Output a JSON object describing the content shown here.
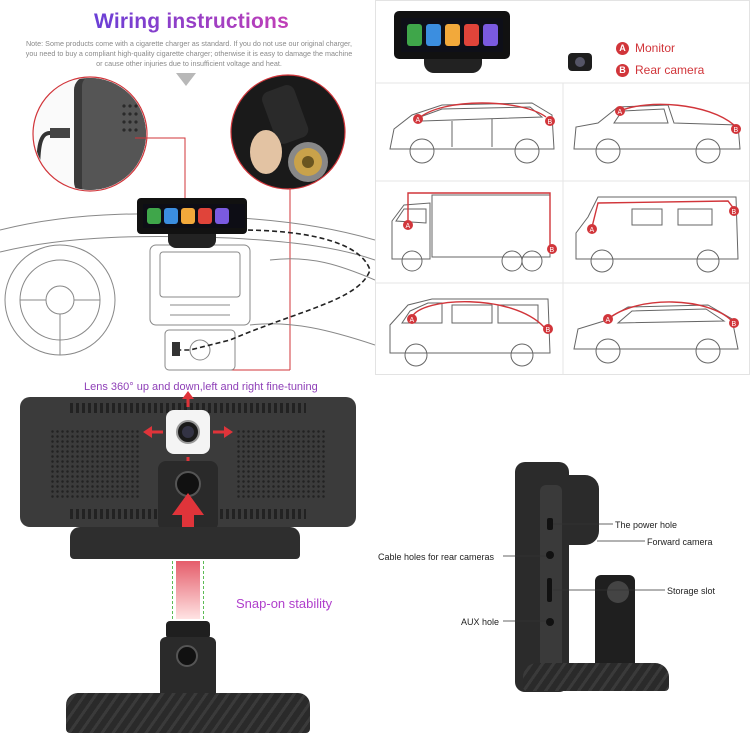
{
  "wiring": {
    "title": "Wiring instructions",
    "note": "Note: Some products come with a cigarette charger as standard. If you do not use our original charger, you need to buy a compliant high-quality cigarette charger; otherwise it is easy to damage the machine or cause other injuries due to insufficient voltage and heat."
  },
  "legend": {
    "items": [
      {
        "badge": "A",
        "label": "Monitor"
      },
      {
        "badge": "B",
        "label": "Rear camera"
      }
    ]
  },
  "vehicles": {
    "marker_a": "A",
    "marker_b": "B",
    "items": [
      "minivan",
      "pickup-truck",
      "box-truck",
      "motorhome",
      "cargo-van",
      "suv"
    ]
  },
  "lens": {
    "caption": "Lens 360° up and down,left and right fine-tuning"
  },
  "mount": {
    "caption": "Snap-on stability"
  },
  "ports": {
    "labels": {
      "power": "The power hole",
      "forward": "Forward camera",
      "cable": "Cable holes for rear cameras",
      "storage": "Storage slot",
      "aux": "AUX hole"
    }
  },
  "colors": {
    "accent_red": "#d1353a",
    "title_gradient_start": "#6a3fd6",
    "title_gradient_end": "#c13fb7",
    "arrow_red": "#e0343a",
    "dashed_green": "#5dbb55"
  },
  "icons": {
    "app_tiles": [
      "phone-icon",
      "maps-icon",
      "music-icon",
      "play-icon",
      "carplay-icon"
    ]
  }
}
